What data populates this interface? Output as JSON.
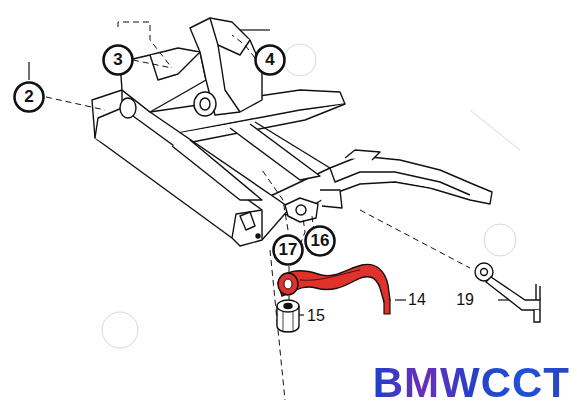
{
  "diagram": {
    "nodes": [
      {
        "text": [
          "3"
        ]
      },
      {
        "text": [
          "4"
        ]
      },
      {
        "text": [
          "2"
        ]
      },
      {
        "text": [
          "16"
        ]
      },
      {
        "text": [
          "17"
        ]
      }
    ],
    "labels": [
      "14",
      "15",
      "19",
      "BMWCCT"
    ]
  }
}
